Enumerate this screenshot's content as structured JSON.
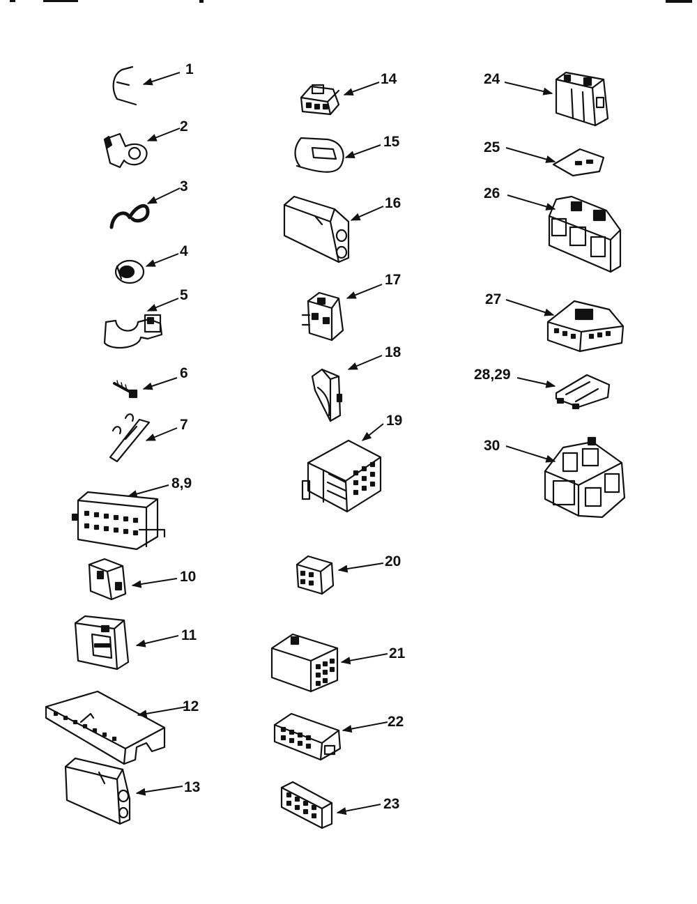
{
  "callouts": {
    "c1": "1",
    "c2": "2",
    "c3": "3",
    "c4": "4",
    "c5": "5",
    "c6": "6",
    "c7": "7",
    "c8_9": "8,9",
    "c10": "10",
    "c11": "11",
    "c12": "12",
    "c13": "13",
    "c14": "14",
    "c15": "15",
    "c16": "16",
    "c17": "17",
    "c18": "18",
    "c19": "19",
    "c20": "20",
    "c21": "21",
    "c22": "22",
    "c23": "23",
    "c24": "24",
    "c25": "25",
    "c26": "26",
    "c27": "27",
    "c28_29": "28,29",
    "c30": "30"
  }
}
